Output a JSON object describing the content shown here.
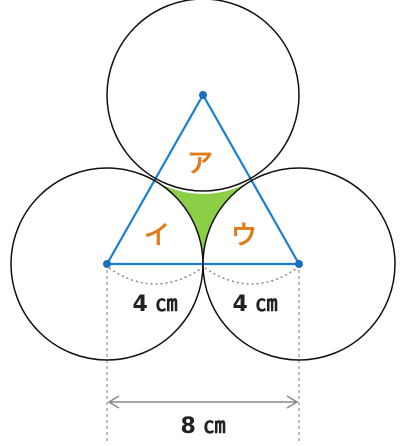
{
  "colors": {
    "circle_stroke": "#111111",
    "triangle_stroke": "#1a7fd0",
    "vertex_dot": "#1a6fc0",
    "shaded_fill": "#8ccf47",
    "region_label": "#e07b1a",
    "dimension_line": "#888888",
    "text": "#222222"
  },
  "regions": {
    "top": "ア",
    "left": "イ",
    "right": "ウ"
  },
  "dimensions": {
    "left_radius": "4 ㎝",
    "right_radius": "4 ㎝",
    "total_width": "8 ㎝"
  }
}
